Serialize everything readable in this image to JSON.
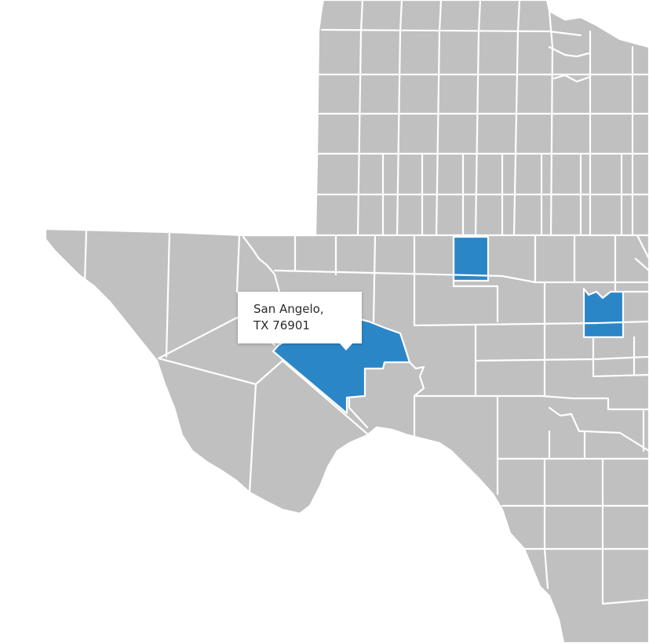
{
  "map": {
    "region": "texas-west-central-counties",
    "colors": {
      "county_fill": "#c0c0c0",
      "county_border": "#ffffff",
      "highlight_fill": "#2b86c8",
      "background": "#ffffff"
    },
    "highlighted_counties_count": 3
  },
  "marker": {
    "line1": "San Angelo,",
    "line2": "TX 76901"
  }
}
